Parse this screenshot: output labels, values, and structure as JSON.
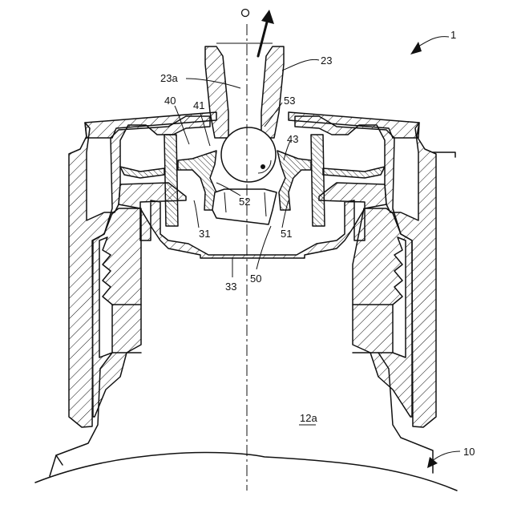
{
  "labels": {
    "l1": "1",
    "l10": "10",
    "l12a": "12a",
    "l23": "23",
    "l23a": "23a",
    "l31": "31",
    "l33": "33",
    "l40": "40",
    "l41": "41",
    "l43": "43",
    "l50": "50",
    "l51": "51",
    "l52": "52",
    "l53": "53",
    "lO": "O"
  },
  "colors": {
    "ink": "#111111",
    "paper": "#ffffff"
  }
}
